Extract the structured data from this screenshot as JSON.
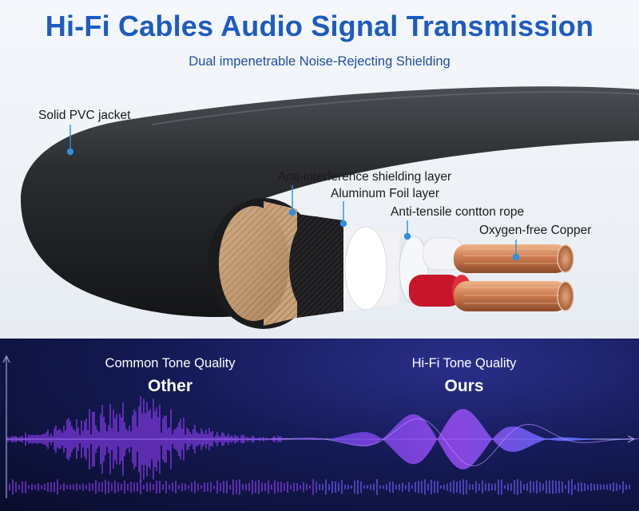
{
  "header": {
    "title": "Hi-Fi Cables Audio Signal Transmission",
    "subtitle": "Dual impenetrable Noise-Rejecting Shielding"
  },
  "layers": {
    "jacket": "Solid PVC jacket",
    "shield": "Anti-interference shielding layer",
    "foil": "Aluminum Foil layer",
    "rope": "Anti-tensile contton rope",
    "copper": "Oxygen-free Copper"
  },
  "comparison": {
    "other_caption": "Common Tone Quality",
    "other_title": "Other",
    "ours_caption": "Hi-Fi Tone Quality",
    "ours_title": "Ours"
  },
  "colors": {
    "title_blue": "#1d5bc0",
    "callout_blue": "#2f8fe0",
    "wave_purple": "#8a3cf0",
    "wave_blue": "#3f7bff"
  }
}
